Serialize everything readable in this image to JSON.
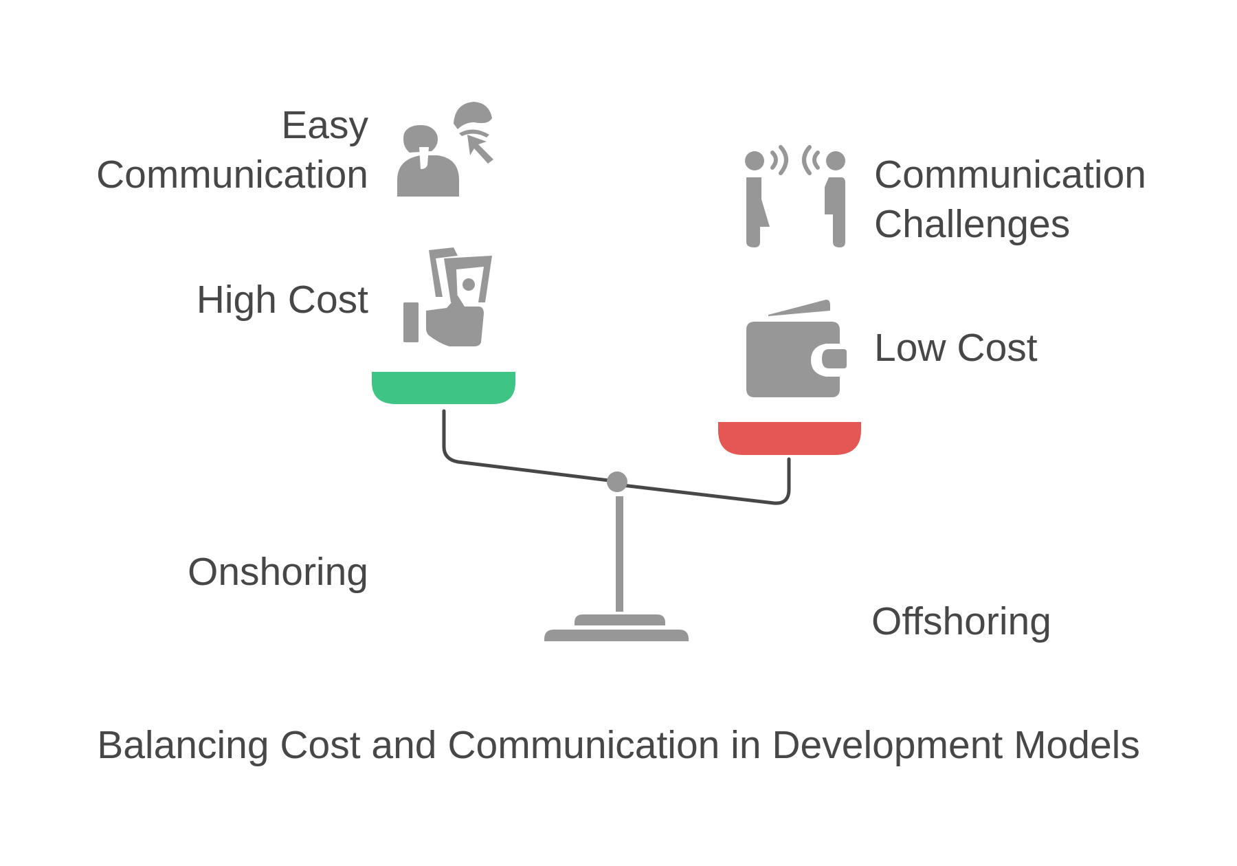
{
  "title": "Balancing Cost and Communication in Development Models",
  "left_side": {
    "model": "Onshoring",
    "benefit": [
      "Easy",
      "Communication"
    ],
    "cost": "High Cost",
    "pan_color": "#3ec585",
    "icons": [
      "speaking-person-icon",
      "cash-hand-icon"
    ]
  },
  "right_side": {
    "model": "Offshoring",
    "drawback": [
      "Communication",
      "Challenges"
    ],
    "cost": "Low Cost",
    "pan_color": "#e45754",
    "icons": [
      "two-people-talking-icon",
      "wallet-icon"
    ]
  },
  "colors": {
    "icon": "#979797",
    "beam": "#474747",
    "stand": "#979797",
    "text": "#474747"
  }
}
